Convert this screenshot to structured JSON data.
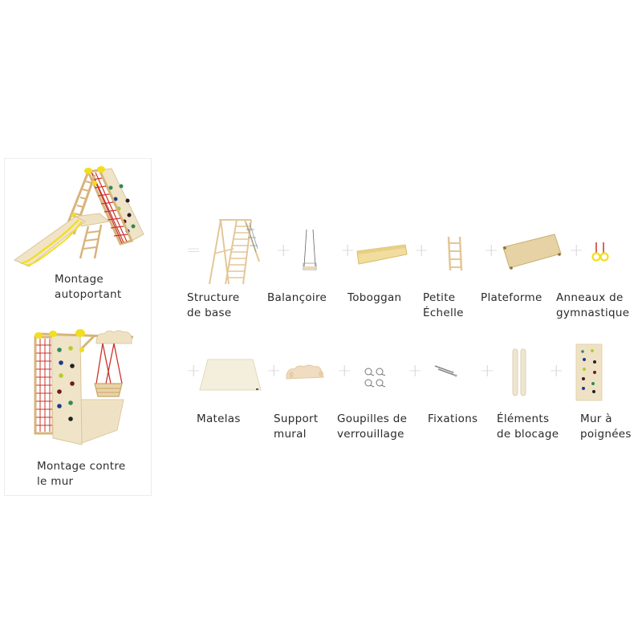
{
  "configurations": [
    {
      "id": "freestanding",
      "label": "Montage\nautoportant",
      "icon": "freestanding-playset-image"
    },
    {
      "id": "wall",
      "label": "Montage contre\nle mur",
      "icon": "wall-mounted-playset-image"
    }
  ],
  "equation": {
    "equals_sign": "=",
    "plus_sign": "+",
    "row1": [
      {
        "label": "Structure\nde base",
        "icon": "base-structure-image"
      },
      {
        "label": "Balançoire",
        "icon": "swing-image"
      },
      {
        "label": "Toboggan",
        "icon": "slide-image"
      },
      {
        "label": "Petite\nÉchelle",
        "icon": "small-ladder-image"
      },
      {
        "label": "Plateforme",
        "icon": "platform-image"
      },
      {
        "label": "Anneaux de\ngymnastique",
        "icon": "gym-rings-image"
      }
    ],
    "row2": [
      {
        "label": "Matelas",
        "icon": "mattress-image"
      },
      {
        "label": "Support\nmural",
        "icon": "wall-bracket-image"
      },
      {
        "label": "Goupilles de\nverrouillage",
        "icon": "locking-pins-image"
      },
      {
        "label": "Fixations",
        "icon": "fasteners-image"
      },
      {
        "label": "Éléments\nde blocage",
        "icon": "blocking-elements-image"
      },
      {
        "label": "Mur à\npoignées",
        "icon": "climbing-wall-image"
      }
    ]
  },
  "colors": {
    "wood": "#e9d3a8",
    "wood_dark": "#d8b47a",
    "panel": "#efe2c4",
    "net_red": "#c9342a",
    "accent_yellow": "#f2de1d",
    "plus_gray": "#d8d8d8",
    "text": "#2b2b2b"
  }
}
